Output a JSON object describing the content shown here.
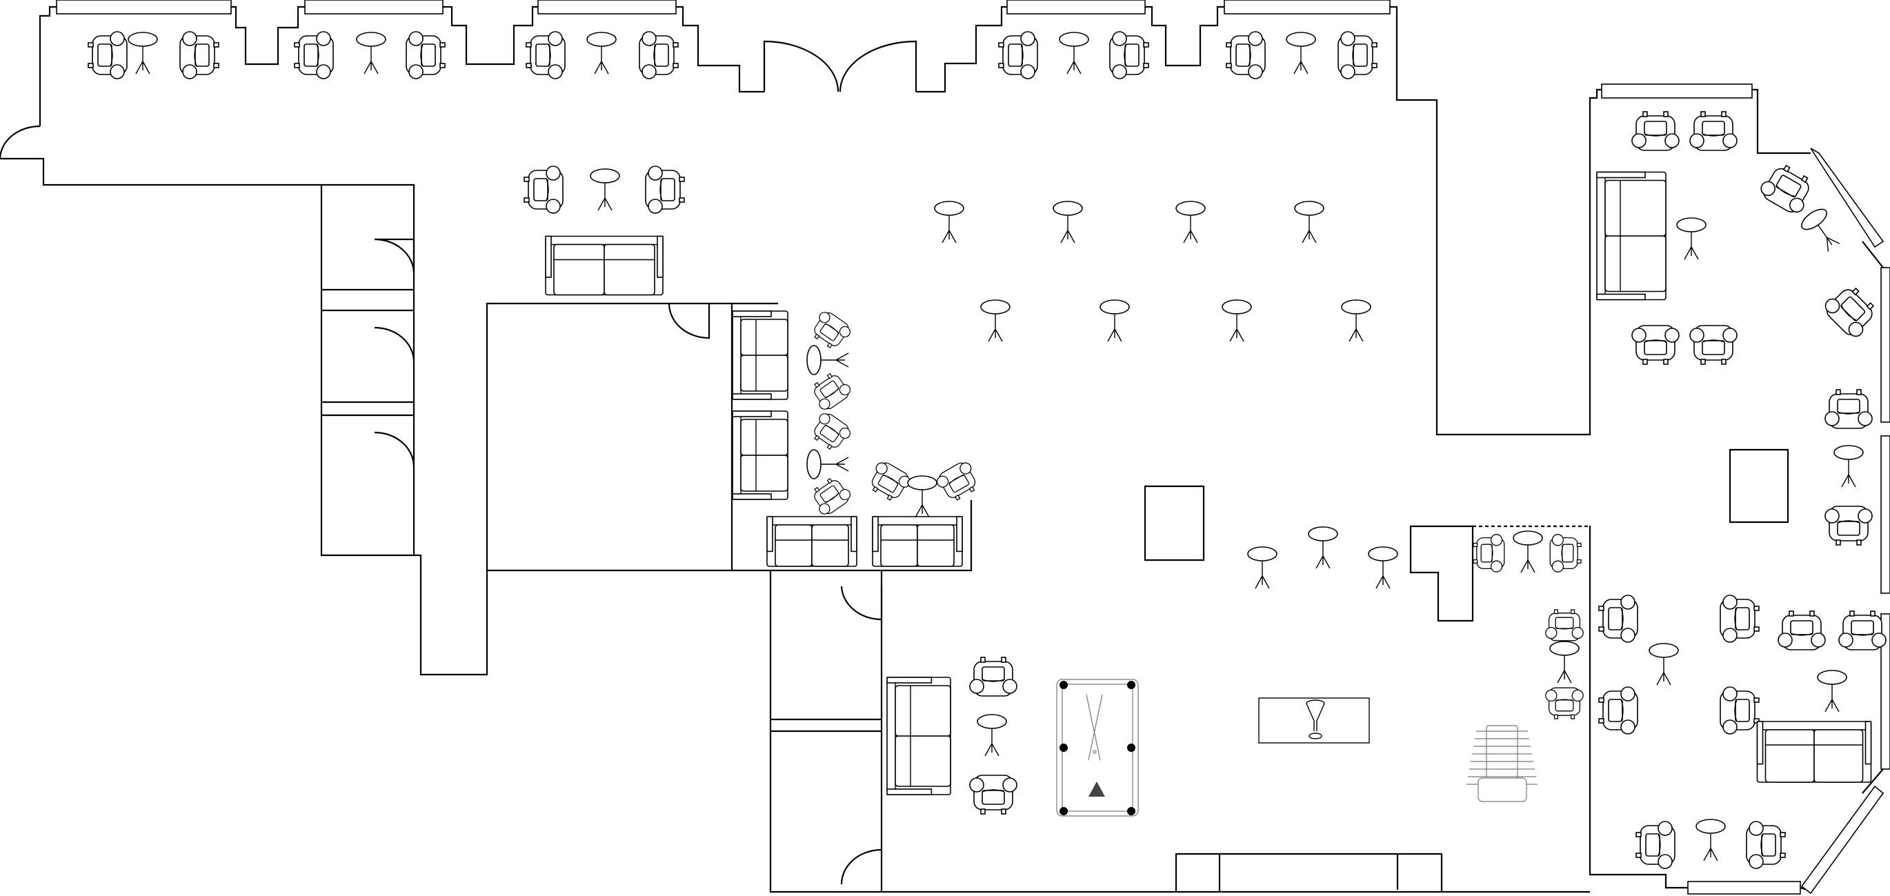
{
  "plan": {
    "type": "floor-plan",
    "colors": {
      "line": "#000000",
      "background": "#ffffff",
      "fixture": "#777777"
    },
    "furniture_types": [
      "armchair",
      "bar-stool-table",
      "sofa",
      "pool-table",
      "bar-counter",
      "foosball-table",
      "door",
      "window"
    ]
  }
}
